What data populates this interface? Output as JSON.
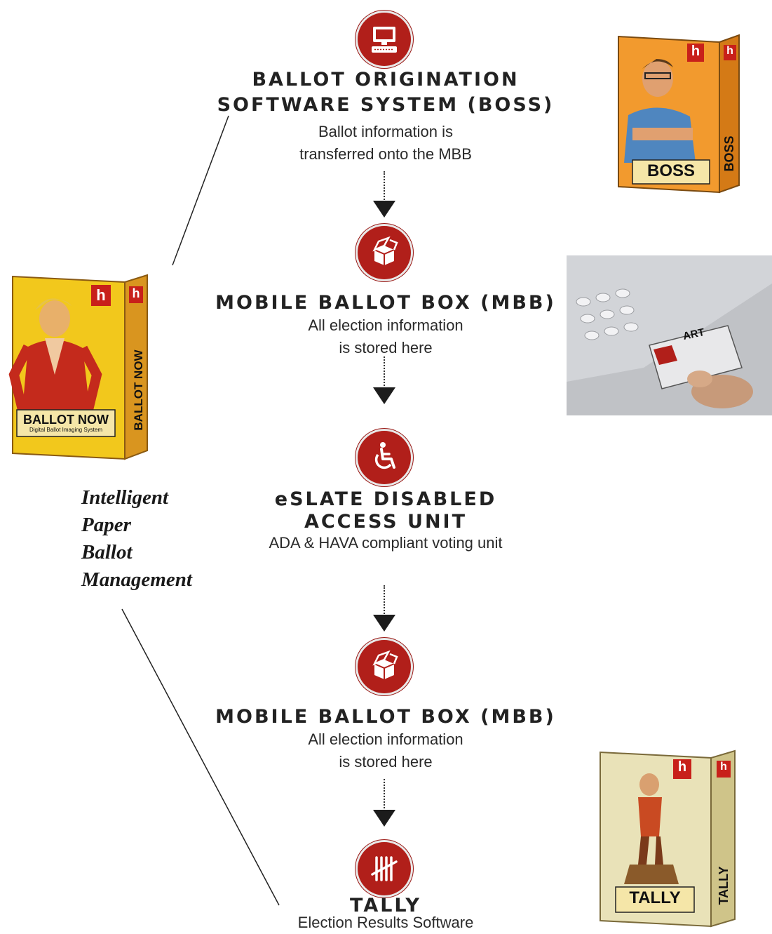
{
  "steps": [
    {
      "title_line1": "BALLOT ORIGINATION",
      "title_line2": "SOFTWARE SYSTEM (BOSS)",
      "desc_line1": "Ballot information is",
      "desc_line2": "transferred onto the  MBB"
    },
    {
      "title_line1": "MOBILE BALLOT BOX (MBB)",
      "desc_line1": "All election information",
      "desc_line2": "is stored here"
    },
    {
      "title_line1": "eSLATE DISABLED",
      "title_line2": "ACCESS UNIT",
      "desc_line1": "ADA & HAVA compliant voting unit"
    },
    {
      "title_line1": "MOBILE BALLOT BOX (MBB)",
      "desc_line1": "All election information",
      "desc_line2": "is stored here"
    },
    {
      "title_line1": "TALLY",
      "desc_line1": "Election Results Software"
    }
  ],
  "tagline": {
    "line1": "Intelligent",
    "line2": "Paper",
    "line3": "Ballot",
    "line4": "Management"
  },
  "products": {
    "ballot_now": {
      "name": "BALLOT NOW",
      "subtitle": "Digital Ballot Imaging System",
      "spine": "BALLOT NOW",
      "logo": "h"
    },
    "boss": {
      "name": "BOSS",
      "spine": "BOSS",
      "logo": "h"
    },
    "tally": {
      "name": "TALLY",
      "spine": "TALLY",
      "logo": "h"
    }
  },
  "photo": {
    "card_text": "ART"
  },
  "colors": {
    "accent_red": "#b11f1a",
    "ballot_now_box": "#f2c81c",
    "boss_box": "#f29a2e",
    "tally_box": "#e9e2b8"
  }
}
